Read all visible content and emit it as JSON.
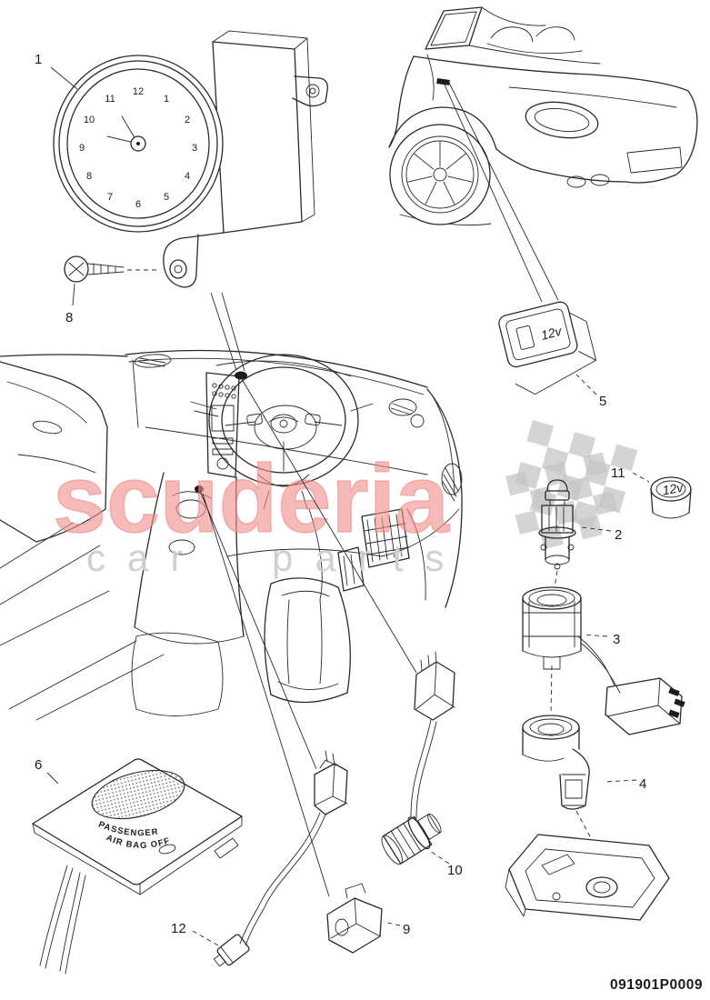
{
  "page": {
    "background": "#ffffff",
    "line_color": "#2a2a2a"
  },
  "watermark": {
    "title": "scuderia",
    "subtitle": "car parts",
    "title_color": "#f0908c",
    "subtitle_color": "#cdcdcd"
  },
  "footer": {
    "part_number": "091901P0009"
  },
  "clock": {
    "numbers": [
      "12",
      "1",
      "2",
      "3",
      "4",
      "5",
      "6",
      "7",
      "8",
      "9",
      "10",
      "11"
    ]
  },
  "labels": {
    "socket_12v": "12v",
    "cap_12v": "12v",
    "airbag_line1": "PASSENGER",
    "airbag_line2": "AIR BAG OFF"
  },
  "callouts": {
    "clock_assembly": "1",
    "lighter_plug": "2",
    "socket_housing": "3",
    "lamp_holder": "4",
    "socket_12v": "5",
    "airbag_label": "6",
    "mounting_screw": "8",
    "connector_9": "9",
    "lighter_cable": "10",
    "cap_12v": "11",
    "cable_12": "12"
  }
}
